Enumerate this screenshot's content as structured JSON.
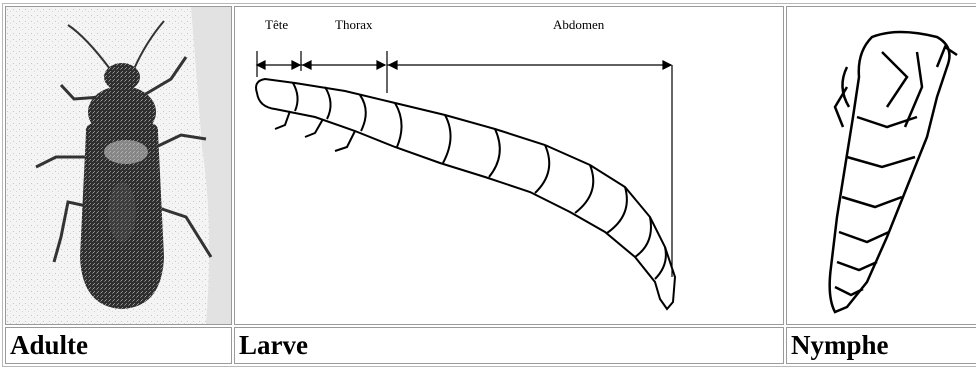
{
  "stages": [
    {
      "label": "Adulte",
      "image": "adult-beetle-photo"
    },
    {
      "label": "Larve",
      "image": "larva-diagram"
    },
    {
      "label": "Nymphe",
      "image": "pupa-drawing"
    }
  ],
  "larva_diagram": {
    "head_label": "Tête",
    "thorax_label": "Thorax",
    "abdomen_label": "Abdomen"
  }
}
